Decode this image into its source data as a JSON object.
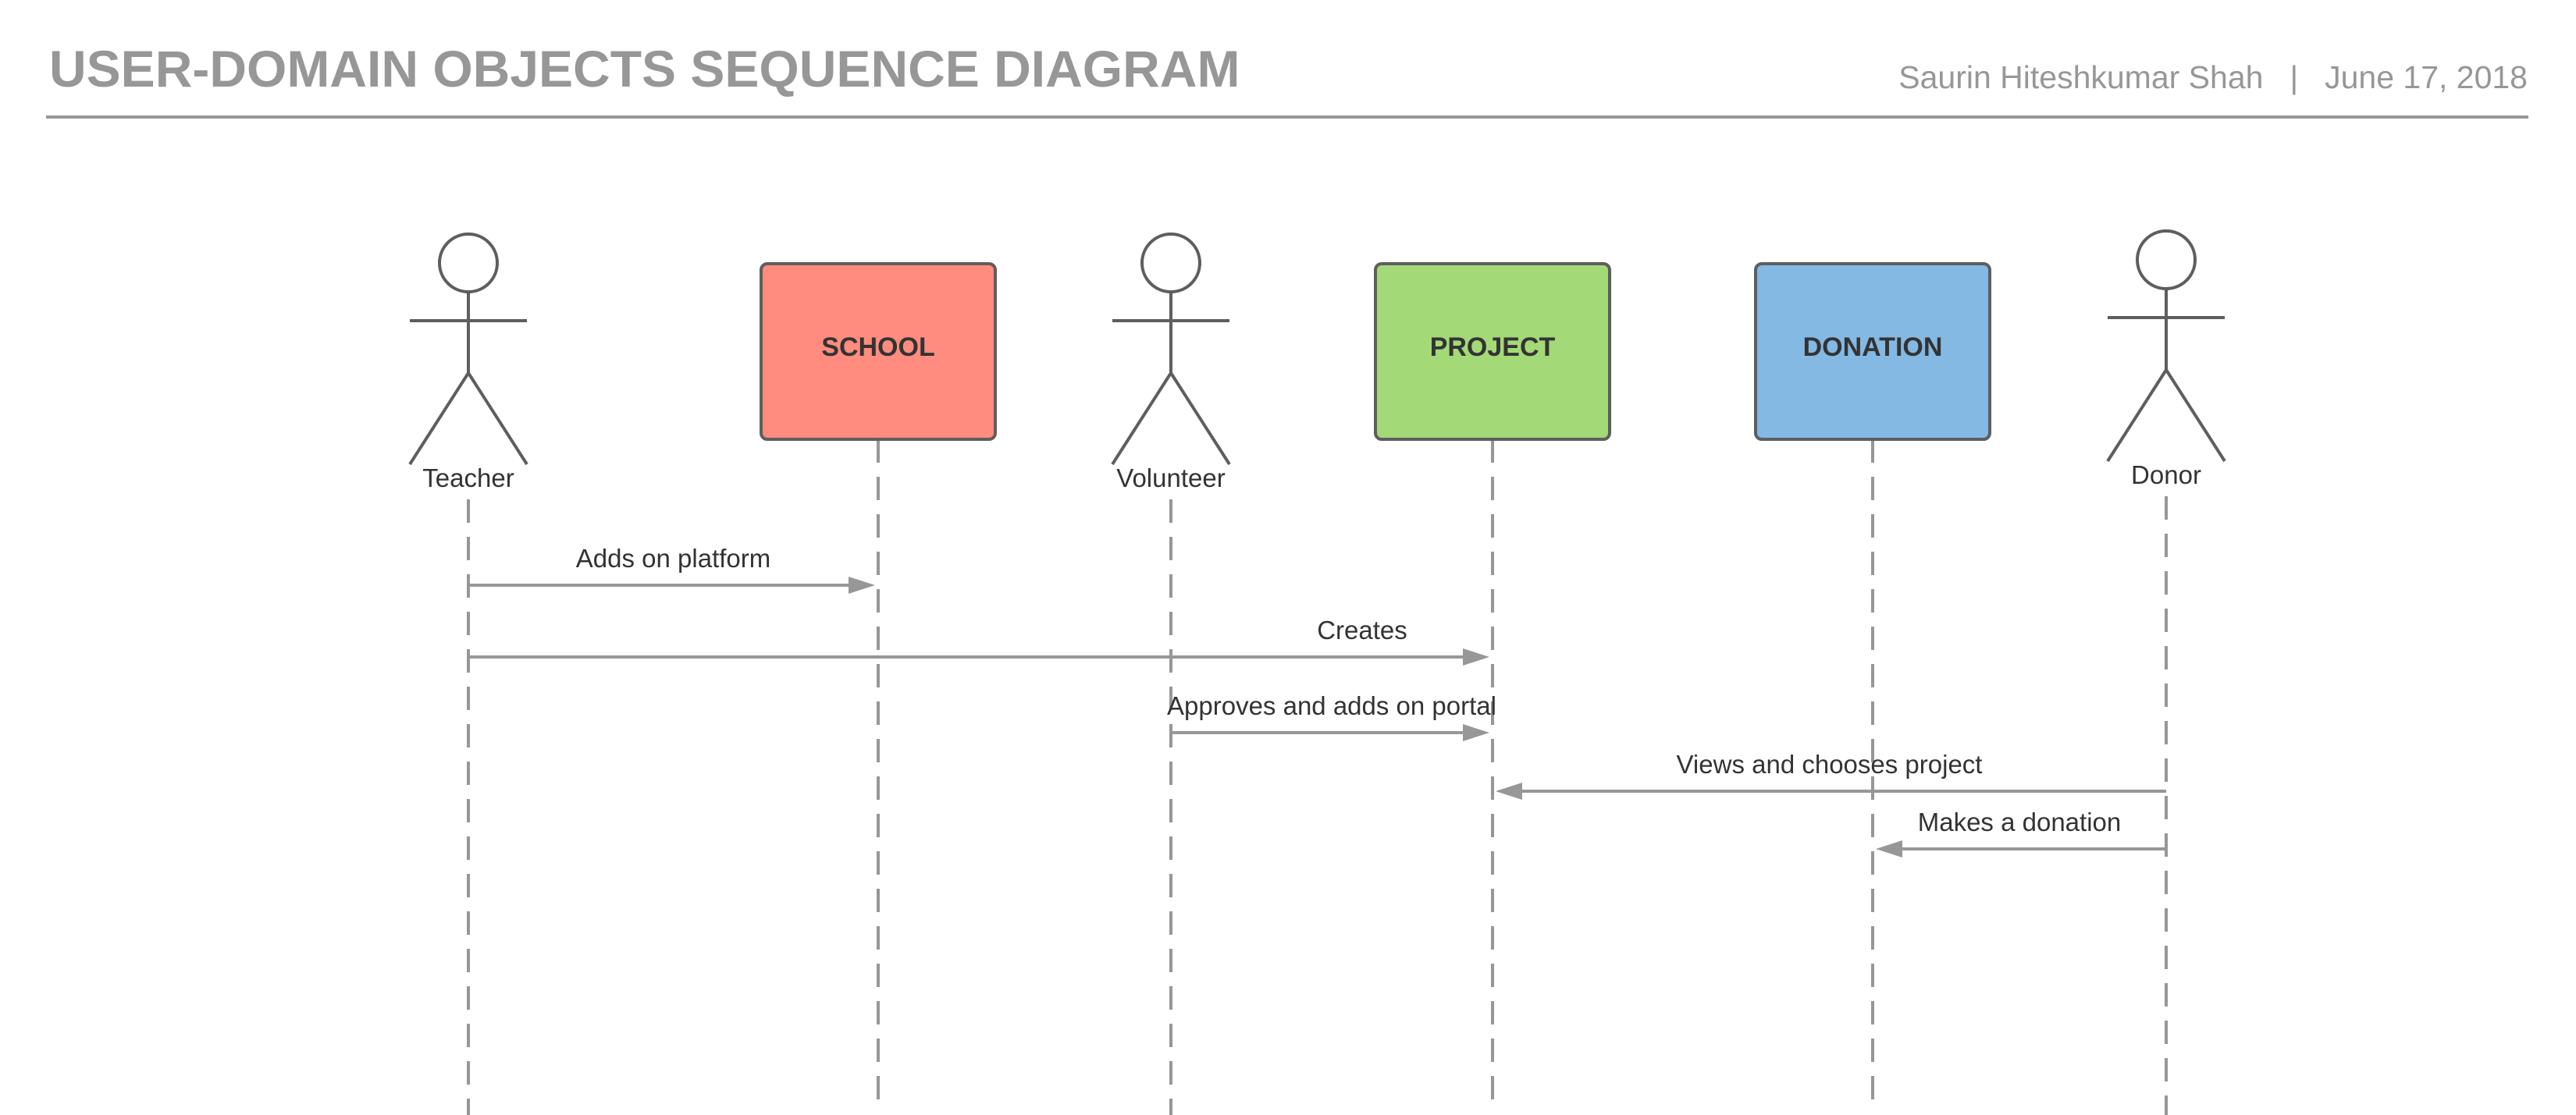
{
  "header": {
    "title": "USER-DOMAIN OBJECTS SEQUENCE DIAGRAM",
    "author": "Saurin Hiteshkumar Shah",
    "separator": "|",
    "date": "June 17, 2018"
  },
  "participants": [
    {
      "id": "teacher",
      "kind": "actor",
      "label": "Teacher"
    },
    {
      "id": "school",
      "kind": "object",
      "label": "SCHOOL",
      "color": "#FF8C7E"
    },
    {
      "id": "volunteer",
      "kind": "actor",
      "label": "Volunteer"
    },
    {
      "id": "project",
      "kind": "object",
      "label": "PROJECT",
      "color": "#A3D977"
    },
    {
      "id": "donation",
      "kind": "object",
      "label": "DONATION",
      "color": "#83B9E3"
    },
    {
      "id": "donor",
      "kind": "actor",
      "label": "Donor"
    }
  ],
  "messages": [
    {
      "from": "teacher",
      "to": "school",
      "label": "Adds on platform"
    },
    {
      "from": "teacher",
      "to": "project",
      "label": "Creates"
    },
    {
      "from": "volunteer",
      "to": "project",
      "label": "Approves and adds on portal"
    },
    {
      "from": "donor",
      "to": "project",
      "label": "Views and chooses project"
    },
    {
      "from": "donor",
      "to": "donation",
      "label": "Makes a donation"
    }
  ],
  "colors": {
    "line": "#979797",
    "stroke": "#5e5e5e"
  }
}
